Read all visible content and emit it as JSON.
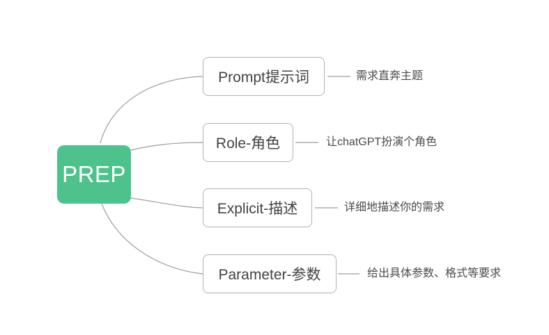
{
  "root": {
    "label": "PREP"
  },
  "branches": [
    {
      "label": "Prompt提示词",
      "note": "需求直奔主题"
    },
    {
      "label": "Role-角色",
      "note": "让chatGPT扮演个角色"
    },
    {
      "label": "Explicit-描述",
      "note": "详细地描述你的需求"
    },
    {
      "label": "Parameter-参数",
      "note": "给出具体参数、格式等要求"
    }
  ],
  "colors": {
    "root-bg": "#4ec28c",
    "root-text": "#ffffff",
    "box-border": "#b0b0b0",
    "box-bg": "#ffffff",
    "box-text": "#424242",
    "note-text": "#4a4a4a",
    "line": "#9e9e9e",
    "canvas-bg": "#ffffff"
  }
}
